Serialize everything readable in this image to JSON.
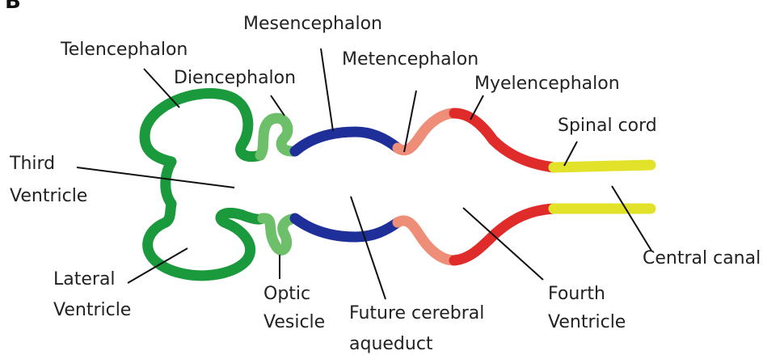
{
  "panel_letter": "B",
  "colors": {
    "telencephalon": "#1a9a3c",
    "diencephalon": "#6dbf6a",
    "mesencephalon": "#1f2f9a",
    "metencephalon": "#ef8e78",
    "myelencephalon": "#e02b2b",
    "spinal_cord": "#e2e22a"
  },
  "labels": {
    "mesencephalon": "Mesencephalon",
    "telencephalon": "Telencephalon",
    "metencephalon": "Metencephalon",
    "diencephalon": "Diencephalon",
    "myelencephalon": "Myelencephalon",
    "spinal_cord": "Spinal cord",
    "third_ventricle_1": "Third",
    "third_ventricle_2": "Ventricle",
    "central_canal": "Central canal",
    "lateral_ventricle_1": "Lateral",
    "lateral_ventricle_2": "Ventricle",
    "optic_vesicle_1": "Optic",
    "optic_vesicle_2": "Vesicle",
    "future_aqueduct_1": "Future cerebral",
    "future_aqueduct_2": "aqueduct",
    "fourth_ventricle_1": "Fourth",
    "fourth_ventricle_2": "Ventricle"
  }
}
